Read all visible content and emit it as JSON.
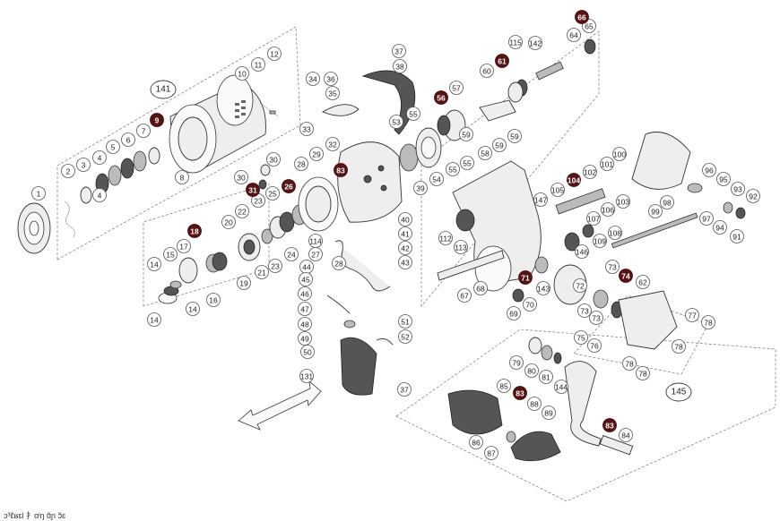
{
  "diagram": {
    "assembly_labels": [
      "141",
      "145"
    ],
    "part_callouts": [
      "1",
      "2",
      "3",
      "4",
      "4",
      "5",
      "6",
      "7",
      "8",
      "9",
      "10",
      "11",
      "12",
      "14",
      "14",
      "14",
      "15",
      "16",
      "17",
      "18",
      "19",
      "20",
      "21",
      "22",
      "23",
      "23",
      "24",
      "25",
      "26",
      "27",
      "28",
      "28",
      "29",
      "30",
      "30",
      "31",
      "32",
      "33",
      "34",
      "35",
      "36",
      "37",
      "37",
      "38",
      "39",
      "40",
      "41",
      "42",
      "43",
      "44",
      "45",
      "46",
      "47",
      "48",
      "49",
      "50",
      "51",
      "52",
      "53",
      "54",
      "55",
      "55",
      "55",
      "56",
      "57",
      "58",
      "59",
      "59",
      "59",
      "60",
      "61",
      "62",
      "64",
      "65",
      "66",
      "67",
      "68",
      "69",
      "70",
      "71",
      "72",
      "73",
      "73",
      "73",
      "74",
      "75",
      "76",
      "77",
      "78",
      "78",
      "78",
      "78",
      "79",
      "80",
      "81",
      "84",
      "85",
      "86",
      "87",
      "88",
      "89",
      "91",
      "92",
      "93",
      "94",
      "95",
      "96",
      "97",
      "98",
      "99",
      "100",
      "101",
      "102",
      "103",
      "104",
      "105",
      "106",
      "107",
      "108",
      "109",
      "112",
      "113",
      "114",
      "115",
      "131",
      "142",
      "143",
      "144",
      "146",
      "147",
      "83",
      "83",
      "83"
    ],
    "highlighted_callouts": [
      "9",
      "18",
      "26",
      "31",
      "56",
      "61",
      "66",
      "71",
      "74",
      "83",
      "104"
    ]
  },
  "footer_text": "ɔ³ɛ̃ʁɛl 扌ɑˡŋ ɑ̃ɲ ɔ̃ɛ"
}
